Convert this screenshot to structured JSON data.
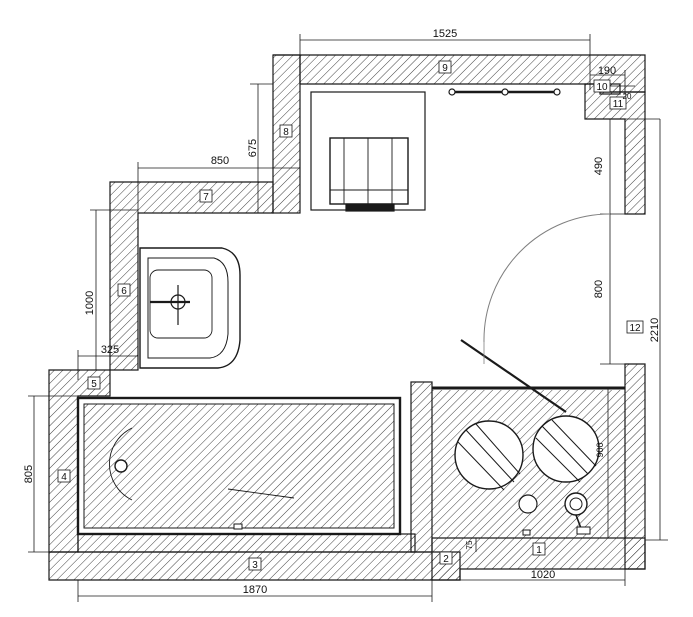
{
  "plan": {
    "wall_tags": [
      "1",
      "2",
      "3",
      "4",
      "5",
      "6",
      "7",
      "8",
      "9",
      "10",
      "11",
      "12"
    ],
    "dimensions": {
      "top_width": "1525",
      "top_right_small": "190",
      "top_right_tiny": "20",
      "upper_step": "850",
      "upper_height": "675",
      "right_upper": "490",
      "door_width": "800",
      "right_total": "2210",
      "left_upper": "1000",
      "left_step": "325",
      "left_lower": "805",
      "bottom_total": "1870",
      "bottom_right": "1020",
      "shower_inner": "900",
      "shower_curb": "75"
    }
  },
  "colors": {
    "line": "#1a1a1a",
    "hatch": "#2b2b2b",
    "door_arc": "#7f7f7f"
  }
}
